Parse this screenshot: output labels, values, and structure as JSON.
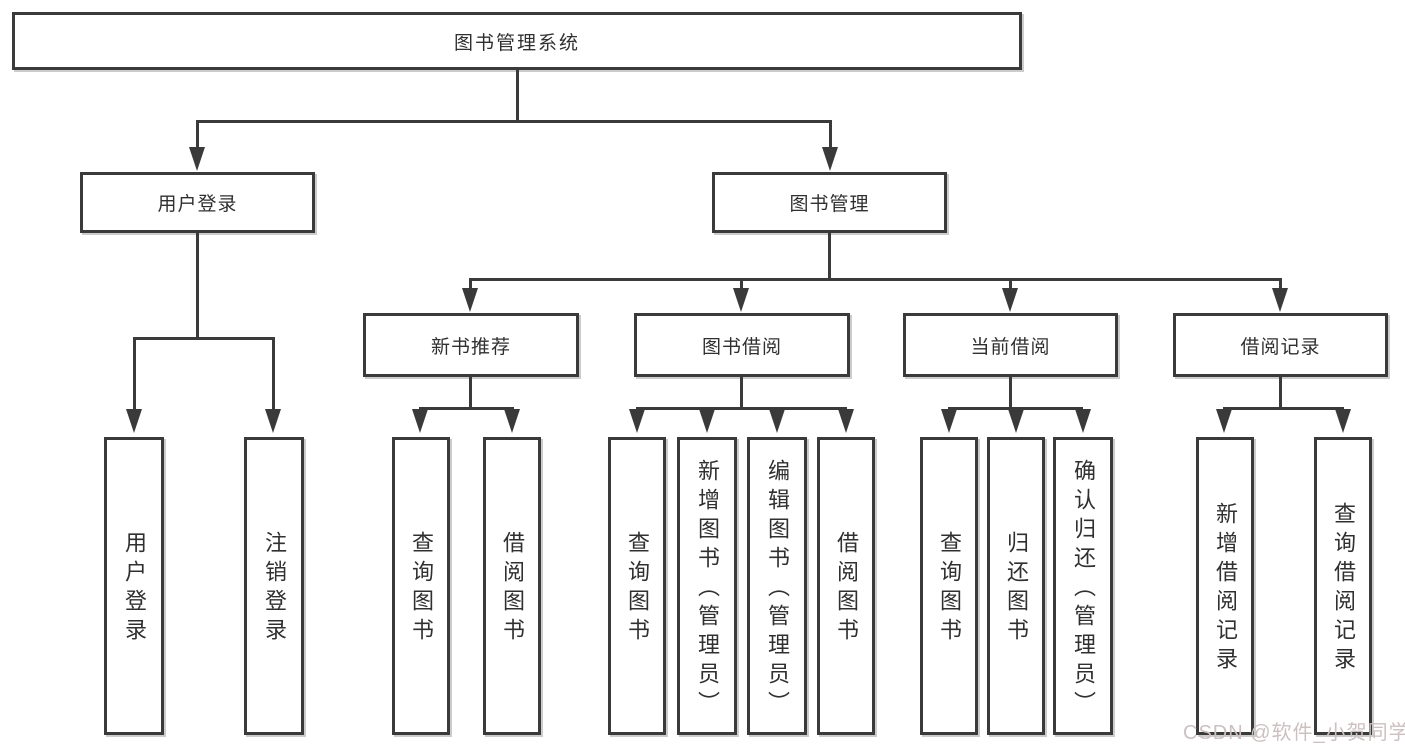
{
  "diagram": {
    "root": {
      "label": "图书管理系统"
    },
    "branches": [
      {
        "label": "用户登录",
        "leaves": [
          {
            "label": "用户登录"
          },
          {
            "label": "注销登录"
          }
        ]
      },
      {
        "label": "图书管理",
        "groups": [
          {
            "label": "新书推荐",
            "leaves": [
              {
                "label": "查询图书"
              },
              {
                "label": "借阅图书"
              }
            ]
          },
          {
            "label": "图书借阅",
            "leaves": [
              {
                "label": "查询图书"
              },
              {
                "label": "新增图书（管理员）"
              },
              {
                "label": "编辑图书（管理员）"
              },
              {
                "label": "借阅图书"
              }
            ]
          },
          {
            "label": "当前借阅",
            "leaves": [
              {
                "label": "查询图书"
              },
              {
                "label": "归还图书"
              },
              {
                "label": "确认归还（管理员）"
              }
            ]
          },
          {
            "label": "借阅记录",
            "leaves": [
              {
                "label": "新增借阅记录"
              },
              {
                "label": "查询借阅记录"
              }
            ]
          }
        ]
      }
    ]
  },
  "watermark": {
    "text": "CSDN @软件_小贺同学"
  },
  "colors": {
    "line": "#3a3a3a",
    "text": "#303030",
    "watermark": "#ccc0c0",
    "background": "#ffffff"
  }
}
